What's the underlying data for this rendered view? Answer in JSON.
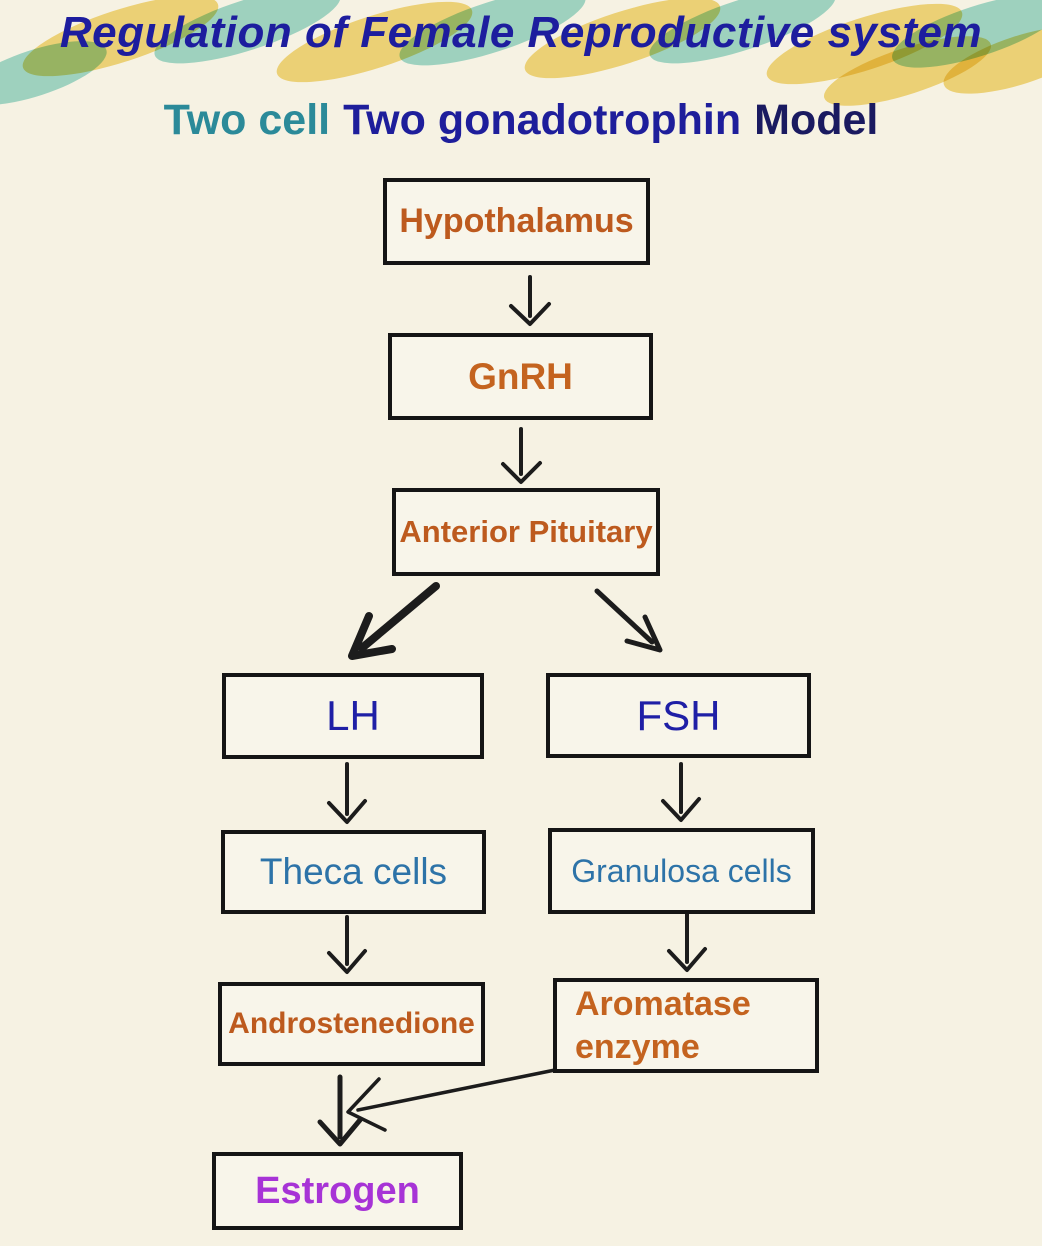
{
  "title": "Regulation of Female Reproductive system",
  "subtitle": {
    "two_cell": "Two cell",
    "two_gonadotrophin": "Two gonadotrophin",
    "model": "Model"
  },
  "nodes": {
    "hypothalamus": "Hypothalamus",
    "gnrh": "GnRH",
    "anterior_pituitary": "Anterior Pituitary",
    "lh": "LH",
    "fsh": "FSH",
    "theca_cells": "Theca cells",
    "granulosa_cells": "Granulosa cells",
    "androstenedione": "Androstenedione",
    "aromatase_enzyme": "Aromatase enzyme",
    "estrogen": "Estrogen"
  },
  "edges": [
    {
      "from": "Hypothalamus",
      "to": "GnRH"
    },
    {
      "from": "GnRH",
      "to": "Anterior Pituitary"
    },
    {
      "from": "Anterior Pituitary",
      "to": "LH"
    },
    {
      "from": "Anterior Pituitary",
      "to": "FSH"
    },
    {
      "from": "LH",
      "to": "Theca cells"
    },
    {
      "from": "FSH",
      "to": "Granulosa cells"
    },
    {
      "from": "Theca cells",
      "to": "Androstenedione"
    },
    {
      "from": "Granulosa cells",
      "to": "Aromatase enzyme"
    },
    {
      "from": "Androstenedione",
      "to": "Estrogen"
    },
    {
      "from": "Aromatase enzyme",
      "to": "Estrogen"
    }
  ],
  "colors": {
    "background": "#f6f2e3",
    "title_navy": "#1d1d9e",
    "subtitle_teal": "#2b8a99",
    "subtitle_navy": "#1e1e9b",
    "subtitle_model_navy": "#1a1a60",
    "box_border": "#151515",
    "box_fill": "#f8f5ea",
    "orange_text": "#bd5a1e",
    "blue_text": "#1f1fa6",
    "steel_blue_text": "#2d73a8",
    "purple_text": "#a733d6",
    "arrow": "#1c1c1c",
    "highlight_yellow": "#f2d264",
    "highlight_teal": "#85d2c9"
  }
}
